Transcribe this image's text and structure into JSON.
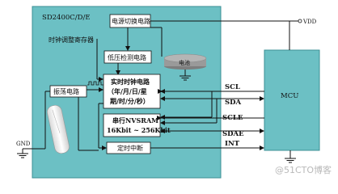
{
  "chip": {
    "label": "SD2400C/D/E"
  },
  "blocks": {
    "power_switch": "电源切换电路",
    "low_voltage": "低压检测电路",
    "clock_adjust": "时钟调整寄存器",
    "oscillator": "振荡电路",
    "rtc_line1": "实时时钟电路",
    "rtc_line2": "（年/月/日/星",
    "rtc_line3": "期/时/分/秒）",
    "nvsram_line1": "串行NVSRAM",
    "nvsram_line2": "16Kbit ~ 256Kbit",
    "timer_interrupt": "定时中断",
    "battery": "电池",
    "mcu": "MCU"
  },
  "signals": {
    "vdd": "VDD",
    "gnd": "GND",
    "scl": "SCL",
    "sda": "SDA",
    "scle": "SCLE",
    "sdae": "SDAE",
    "int": "INT"
  },
  "watermark": "@51CTO博客",
  "colors": {
    "chip_fill": "#6cc0c4",
    "mcu_fill": "#6cc0c4",
    "block_fill": "#ffffff",
    "line": "#111111",
    "battery_fill": "#9a9a9a"
  }
}
